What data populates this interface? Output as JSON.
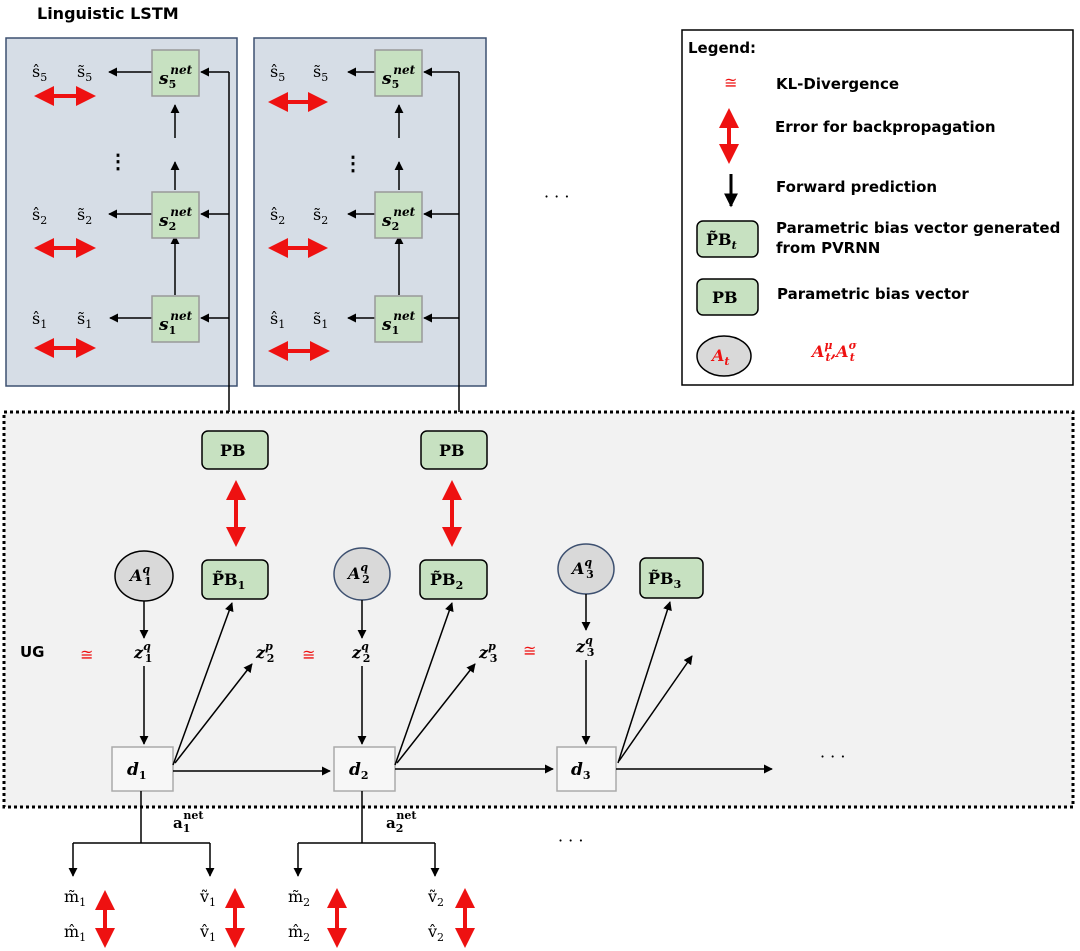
{
  "title": "Linguistic LSTM",
  "colors": {
    "lstm_panel": "#d6dde6",
    "lstm_border": "#3d5070",
    "pb_fill": "#c7e1c1",
    "ug_panel": "#f2f2f2",
    "error_arrow": "#ee1111",
    "kl_symbol": "#ee1111"
  },
  "lstm": {
    "hat_s": [
      "ŝ",
      "ŝ",
      "ŝ"
    ],
    "tilde_s": [
      "s̃",
      "s̃",
      "s̃"
    ],
    "subscripts": [
      "5",
      "2",
      "1"
    ],
    "node_base": "s",
    "node_sup": "net",
    "vdots": "⋮",
    "ellipsis": "· · ·"
  },
  "legend": {
    "heading": "Legend:",
    "kl_symbol": "≅",
    "kl_label": "KL-Divergence",
    "error_label": "Error for backpropagation",
    "forward_label": "Forward prediction",
    "pbt_box": "P̃B",
    "pbt_sub": "t",
    "pbt_label_1": "Parametric bias vector generated",
    "pbt_label_2": "from PVRNN",
    "pb_box": "PB",
    "pb_label": "Parametric bias vector",
    "a_base": "A",
    "a_sub": "t",
    "a_mu": "μ",
    "a_sigma": "σ",
    "a_sep": ","
  },
  "ug": {
    "label": "UG",
    "kl_symbol": "≅",
    "pb_box": "PB",
    "pbt_box": "P̃B",
    "a_base": "A",
    "a_sup": "q",
    "z_base": "z",
    "zq_sup": "q",
    "zp_sup": "p",
    "d_base": "d",
    "indices": [
      "1",
      "2",
      "3"
    ],
    "ellipsis": "· · ·"
  },
  "outputs": {
    "a_base": "a",
    "a_sup": "net",
    "m_tilde": "m̃",
    "m_hat": "m̂",
    "v_tilde": "ṽ",
    "v_hat": "v̂",
    "ellipsis": "· · ·"
  }
}
